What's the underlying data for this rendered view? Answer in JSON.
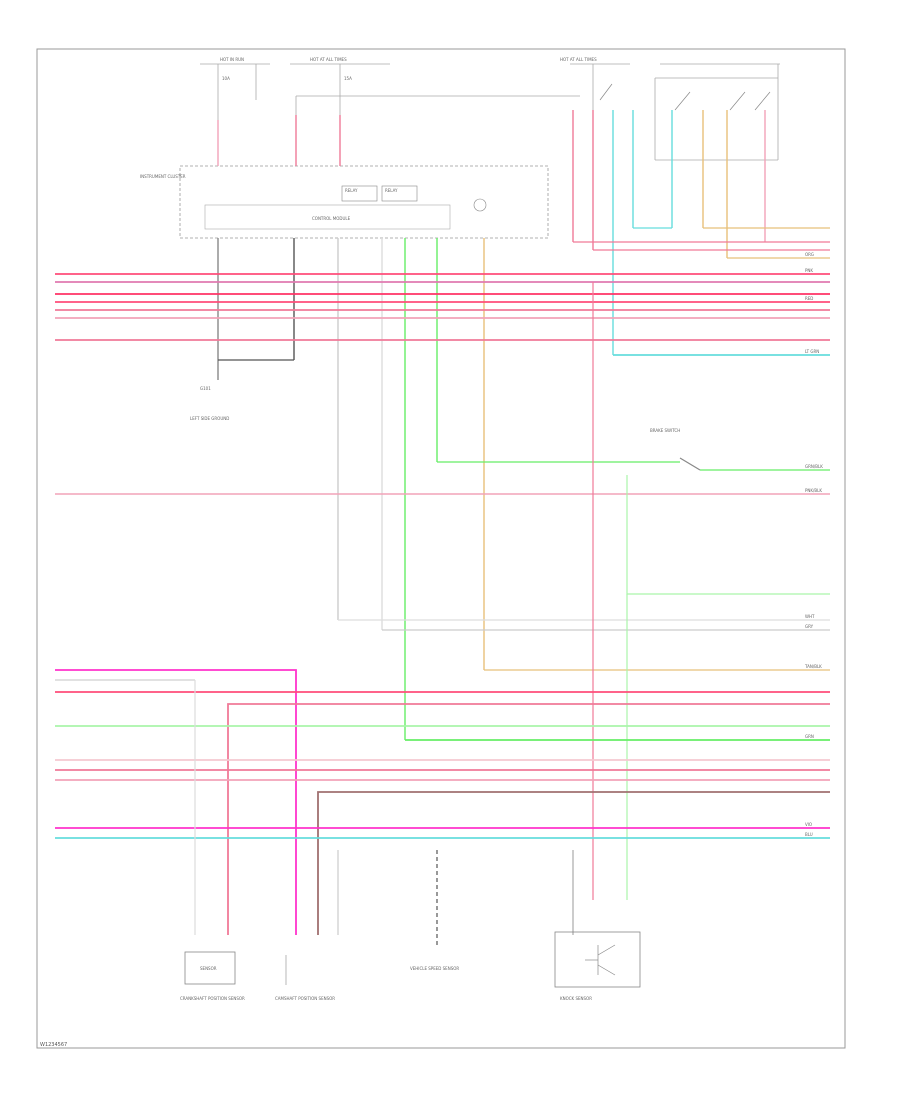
{
  "diagram": {
    "code": "W1234567",
    "colors": {
      "pink": "#f2a3b8",
      "red_pink": "#f07a98",
      "magenta": "#ff33cc",
      "green": "#66ee66",
      "light_green": "#aaf5aa",
      "cyan": "#66dddd",
      "tan": "#e8c07a",
      "brown": "#a07070",
      "gray": "#bbbbbb",
      "light_pink": "#f5c8d0",
      "frame": "#999999"
    },
    "labels": {
      "hot_in_run": "HOT IN RUN",
      "hot_at_all_times_a": "HOT AT ALL TIMES",
      "hot_at_all_times_b": "HOT AT ALL TIMES",
      "fuse_10a": "10A",
      "fuse_15a": "15A",
      "instrument_cluster": "INSTRUMENT CLUSTER",
      "control_module": "CONTROL MODULE",
      "relay_a": "RELAY",
      "relay_b": "RELAY",
      "brake_switch": "BRAKE SWITCH",
      "ground_g1": "G101",
      "left_ground": "LEFT SIDE GROUND",
      "wire_pink": "PNK",
      "wire_red": "RED",
      "wire_grn": "GRN",
      "wire_blu": "BLU",
      "wire_org": "ORG",
      "wire_wht": "WHT",
      "wire_gry": "GRY",
      "wire_ltgrn": "LT GRN",
      "wire_tanblk": "TAN/BLK",
      "wire_pnkblk": "PNK/BLK",
      "wire_grnblk": "GRN/BLK",
      "wire_vio": "VIO",
      "comp_sensor1": "SENSOR",
      "comp_sensor1_desc": "CRANKSHAFT POSITION SENSOR",
      "comp_sensor2_desc": "CAMSHAFT POSITION SENSOR",
      "comp_sensor3_desc": "VEHICLE SPEED SENSOR",
      "comp_sensor4_desc": "KNOCK SENSOR"
    }
  }
}
